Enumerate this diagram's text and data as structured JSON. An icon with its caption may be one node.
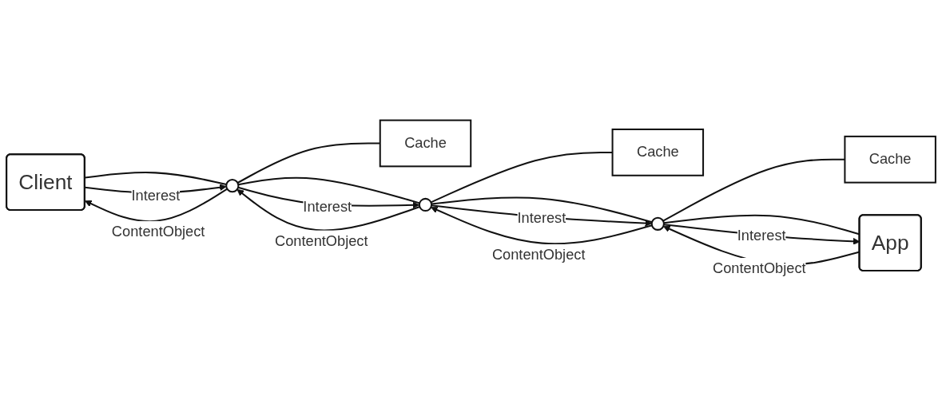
{
  "diagram": {
    "nodes": [
      {
        "text": [
          "Client"
        ]
      },
      {
        "text": [],
        "shape": "circle"
      },
      {
        "text": [
          "Cache"
        ]
      },
      {
        "text": [],
        "shape": "circle"
      },
      {
        "text": [
          "Cache"
        ]
      },
      {
        "text": [],
        "shape": "circle"
      },
      {
        "text": [
          "Cache"
        ]
      },
      {
        "text": [
          "App"
        ]
      }
    ],
    "edges": [
      {
        "from": 0,
        "to": 1,
        "arrow": "none"
      },
      {
        "from": 0,
        "to": 1,
        "arrow": "to",
        "label": "Interest"
      },
      {
        "from": 1,
        "to": 0,
        "arrow": "to",
        "label": "ContentObject"
      },
      {
        "from": 1,
        "to": 2,
        "arrow": "none"
      },
      {
        "from": 1,
        "to": 3,
        "arrow": "none"
      },
      {
        "from": 1,
        "to": 3,
        "arrow": "to",
        "label": "Interest"
      },
      {
        "from": 3,
        "to": 1,
        "arrow": "to",
        "label": "ContentObject"
      },
      {
        "from": 3,
        "to": 4,
        "arrow": "none"
      },
      {
        "from": 3,
        "to": 5,
        "arrow": "none"
      },
      {
        "from": 3,
        "to": 5,
        "arrow": "to",
        "label": "Interest"
      },
      {
        "from": 5,
        "to": 3,
        "arrow": "to",
        "label": "ContentObject"
      },
      {
        "from": 5,
        "to": 6,
        "arrow": "none"
      },
      {
        "from": 5,
        "to": 7,
        "arrow": "none"
      },
      {
        "from": 5,
        "to": 7,
        "arrow": "to",
        "label": "Interest"
      },
      {
        "from": 7,
        "to": 5,
        "arrow": "to",
        "label": "ContentObject"
      }
    ]
  }
}
